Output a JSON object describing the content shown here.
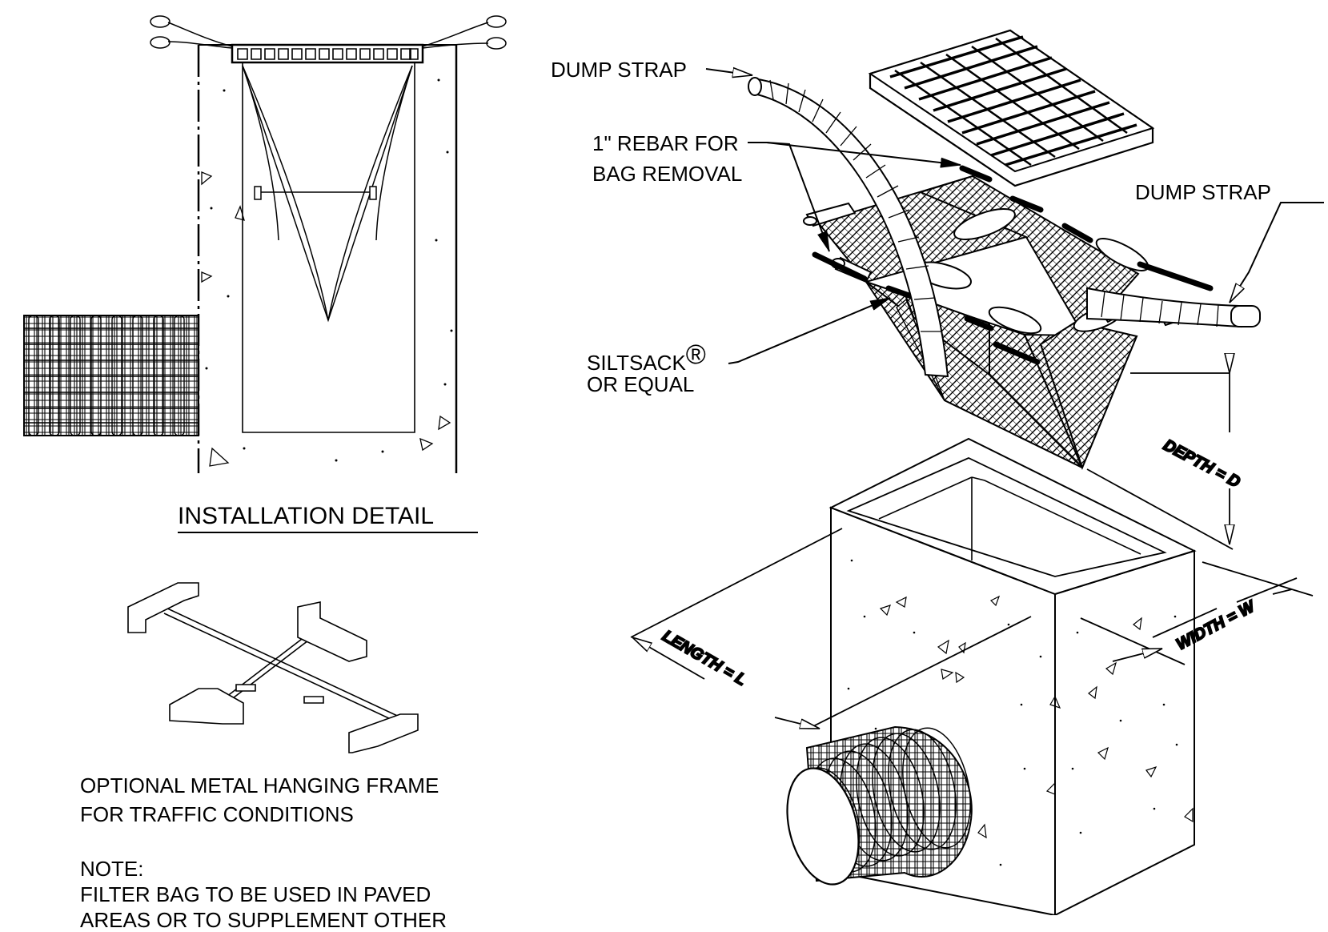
{
  "labels": {
    "dump_strap_left": "DUMP STRAP",
    "dump_strap_right": "DUMP STRAP",
    "rebar_line1": "1\" REBAR FOR",
    "rebar_line2": "BAG REMOVAL",
    "siltsack_line1": "SILTSACK",
    "siltsack_reg": "®",
    "siltsack_line2": "OR EQUAL",
    "installation_detail": "INSTALLATION DETAIL",
    "frame_line1": "OPTIONAL METAL HANGING FRAME",
    "frame_line2": "FOR TRAFFIC CONDITIONS",
    "note_heading": "NOTE:",
    "note_line1": "FILTER BAG TO BE USED IN PAVED",
    "note_line2": "AREAS OR TO SUPPLEMENT OTHER"
  },
  "dimensions": {
    "depth": "DEPTH = D",
    "length": "LENGTH = L",
    "width": "WIDTH = W"
  }
}
